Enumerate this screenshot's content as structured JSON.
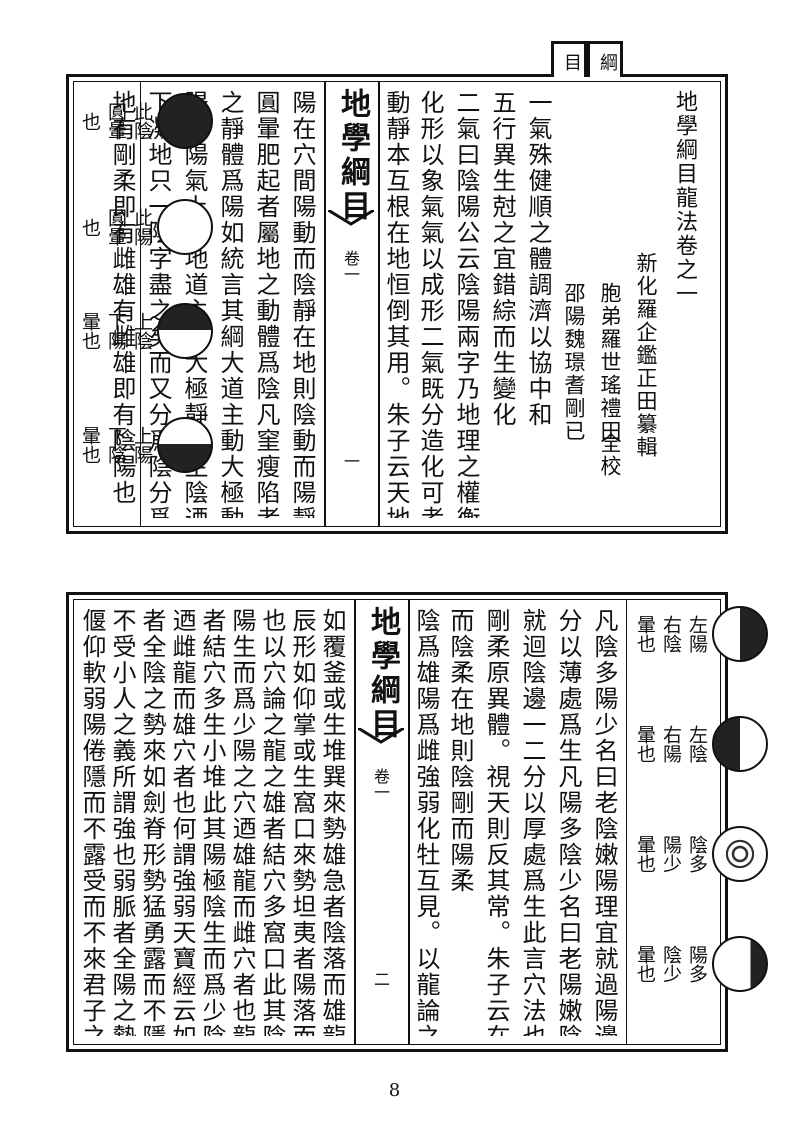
{
  "top": {
    "tabs": {
      "right": "綱",
      "left": "目"
    },
    "title_col": "地學綱目龍法卷之一",
    "credits": [
      "新化羅企鑑正田纂輯",
      "胞弟羅世瑤禮田",
      "全校",
      "邵陽魏璟耆剛已"
    ],
    "text_right": [
      "一氣殊健順之體調濟以協中和",
      "五行異生尅之宜錯綜而生變化",
      "二氣曰陰陽公云陰陽兩字乃地理之權衡形氣之造",
      "化形以象氣氣以成形二氣既分造化可考",
      "動靜本互根在地恒倒其用。朱子云天地各有陰"
    ],
    "strip": {
      "title": "地學綱目",
      "juan": "卷一",
      "page": "一"
    },
    "text_left": [
      "陽在穴間陽動而陰靜在地則陰動而陽靜故凡",
      "圓暈肥起者屬地之動體爲陰凡窐瘦陷者屬地",
      "之靜體爲陽如統言其綱大道主動大極動而生",
      "陽迺陽氣上浮地道主靜大極靜而生陰迺陰氣",
      "下凝地只一陰字盡之矣而又分爲陰分爲陽者",
      "地有剛柔即有雌雄有雌雄即有陰陽也"
    ],
    "diagrams": [
      {
        "labels": [
          "此陰",
          "圓暈",
          "也"
        ],
        "fill": "dark"
      },
      {
        "labels": [
          "此陽",
          "圓暈",
          "也"
        ],
        "fill": "light"
      },
      {
        "labels": [
          "上陰",
          "下陽",
          "暈也"
        ],
        "fill": "top-dark"
      },
      {
        "labels": [
          "上陽",
          "下陰",
          "暈也"
        ],
        "fill": "bottom-dark"
      }
    ]
  },
  "bottom": {
    "diagrams": [
      {
        "labels": [
          "左陽",
          "右陰",
          "暈也"
        ],
        "fill": "right-dark"
      },
      {
        "labels": [
          "左陰",
          "右陽",
          "暈也"
        ],
        "fill": "left-dark"
      },
      {
        "labels": [
          "陰多",
          "陽少",
          "暈也"
        ],
        "fill": "rings"
      },
      {
        "labels": [
          "陽多",
          "陰少",
          "暈也"
        ],
        "fill": "small-dark"
      }
    ],
    "text_right": [
      "凡陰多陽少名曰老陰嫩陽理宜就過陽邊一二",
      "分以薄處爲生凡陽多陰少名曰老陽嫩陰理宜",
      "就迴陰邊一二分以厚處爲生此言穴法也因辨暈故並及之",
      "剛柔原異體。視天則反其常。朱子云在天則陽剛",
      "而陰柔在地則陰剛而陽柔",
      "陰爲雄陽爲雌強弱化牡互見。以龍論之星辰形"
    ],
    "strip": {
      "title": "地學綱目",
      "juan": "卷一",
      "page": "二"
    },
    "text_left": [
      "如覆釜或生堆巽來勢雄急者陰落而雄龍也星",
      "辰形如仰掌或生窩口來勢坦夷者陽落而雌龍",
      "也以穴論之龍之雄者結穴多窩口此其陰極",
      "陽生而爲少陽之穴迺雄龍而雌穴者也龍之雌",
      "者結穴多生小堆此其陽極陰生而爲少陰之穴",
      "迺雌龍而雄穴者也何謂強弱天寶經云如強脈",
      "者全陰之勢來如劍脊形勢猛勇露而不隱來而",
      "不受小人之義所謂強也弱脈者全陽之勢來如",
      "偃仰軟弱陽倦隱而不露受而不來君子之義所"
    ]
  },
  "footer": {
    "page_number": "8"
  }
}
